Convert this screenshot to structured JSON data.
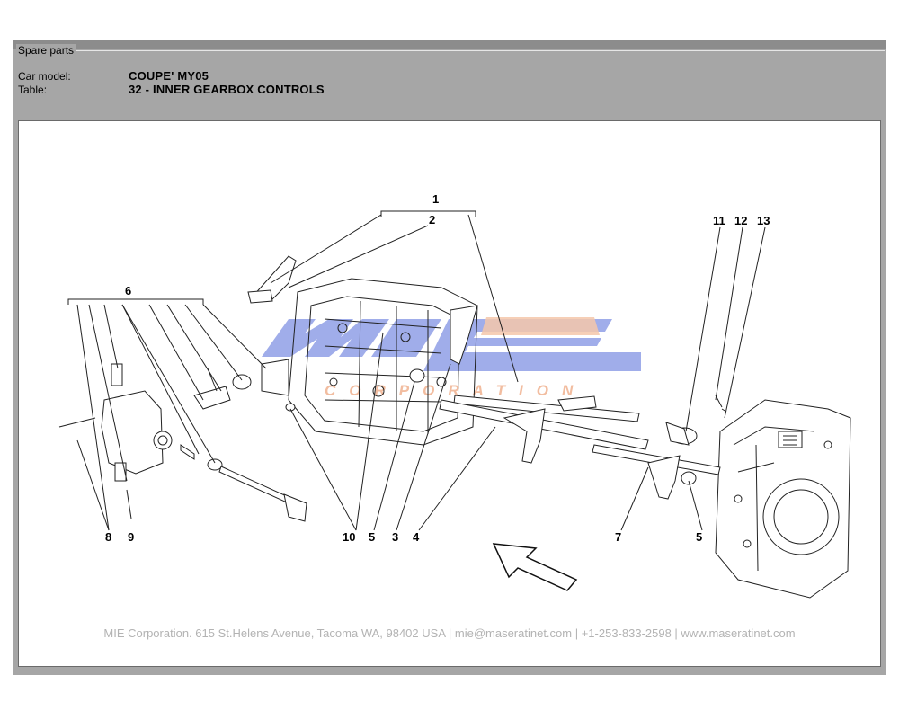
{
  "window": {
    "legend": "Spare parts"
  },
  "info": {
    "car_model_label": "Car model:",
    "car_model_value": "COUPE' MY05",
    "table_label": "Table:",
    "table_value": "32 - INNER GEARBOX CONTROLS"
  },
  "diagram": {
    "callouts": [
      "1",
      "2",
      "11",
      "12",
      "13",
      "6",
      "8",
      "9",
      "10",
      "5",
      "3",
      "4",
      "7",
      "5"
    ],
    "watermark_text": "CORPORATION",
    "footer": "MIE Corporation. 615 St.Helens Avenue, Tacoma WA, 98402 USA  |  mie@maseratinet.com  |   +1-253-833-2598   |  www.maseratinet.com"
  },
  "colors": {
    "panel": "#a6a6a6",
    "watermark_blue": "#8f9fe6",
    "watermark_orange": "#f2bda0"
  }
}
